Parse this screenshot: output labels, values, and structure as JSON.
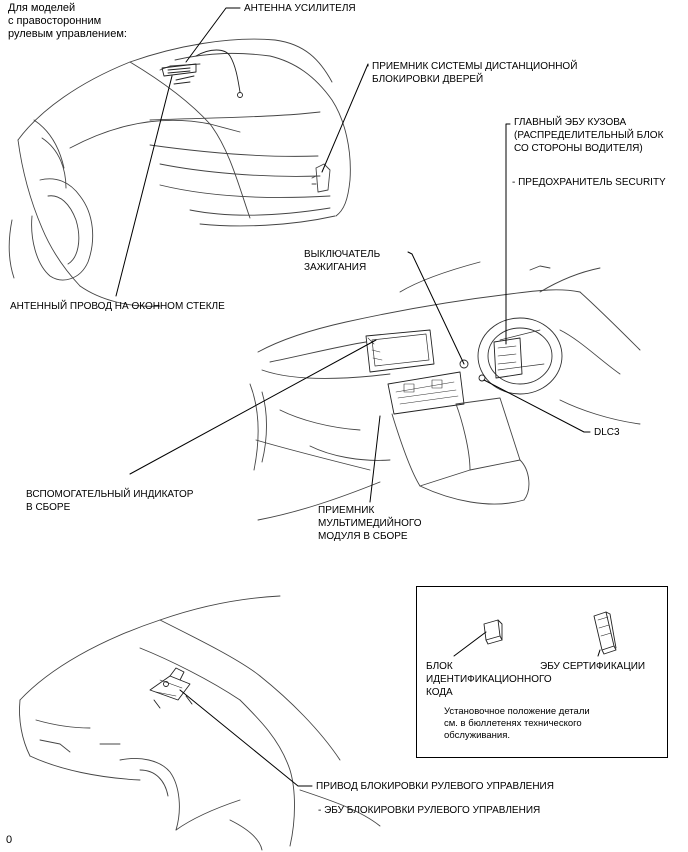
{
  "labels": {
    "rhd_models": "Для моделей\nс правосторонним\nрулевым управлением:",
    "amp_antenna": "АНТЕННА УСИЛИТЕЛЯ",
    "door_lock_receiver": "ПРИЕМНИК СИСТЕМЫ ДИСТАНЦИОННОЙ\nБЛОКИРОВКИ ДВЕРЕЙ",
    "main_body_ecu": "ГЛАВНЫЙ ЭБУ КУЗОВА\n(РАСПРЕДЕЛИТЕЛЬНЫЙ БЛОК\nСО СТОРОНЫ ВОДИТЕЛЯ)",
    "security_fuse": "- ПРЕДОХРАНИТЕЛЬ SECURITY",
    "ignition_switch": "ВЫКЛЮЧАТЕЛЬ\nЗАЖИГАНИЯ",
    "window_antenna": "АНТЕННЫЙ ПРОВОД НА ОКОННОМ СТЕКЛЕ",
    "dlc3": "DLC3",
    "aux_indicator": "ВСПОМОГАТЕЛЬНЫЙ ИНДИКАТОР\nВ СБОРЕ",
    "multimedia_receiver": "ПРИЕМНИК\nМУЛЬТИМЕДИЙНОГО\nМОДУЛЯ В СБОРЕ",
    "id_code_box": "БЛОК\nИДЕНТИФИКАЦИОННОГО\nКОДА",
    "cert_ecu": "ЭБУ СЕРТИФИКАЦИИ",
    "install_note": "Установочное положение детали\nсм. в бюллетенях технического\nобслуживания.",
    "steering_lock_actuator": "ПРИВОД БЛОКИРОВКИ РУЛЕВОГО УПРАВЛЕНИЯ",
    "steering_lock_ecu": "- ЭБУ БЛОКИРОВКИ РУЛЕВОГО УПРАВЛЕНИЯ",
    "corner_mark": "0"
  }
}
